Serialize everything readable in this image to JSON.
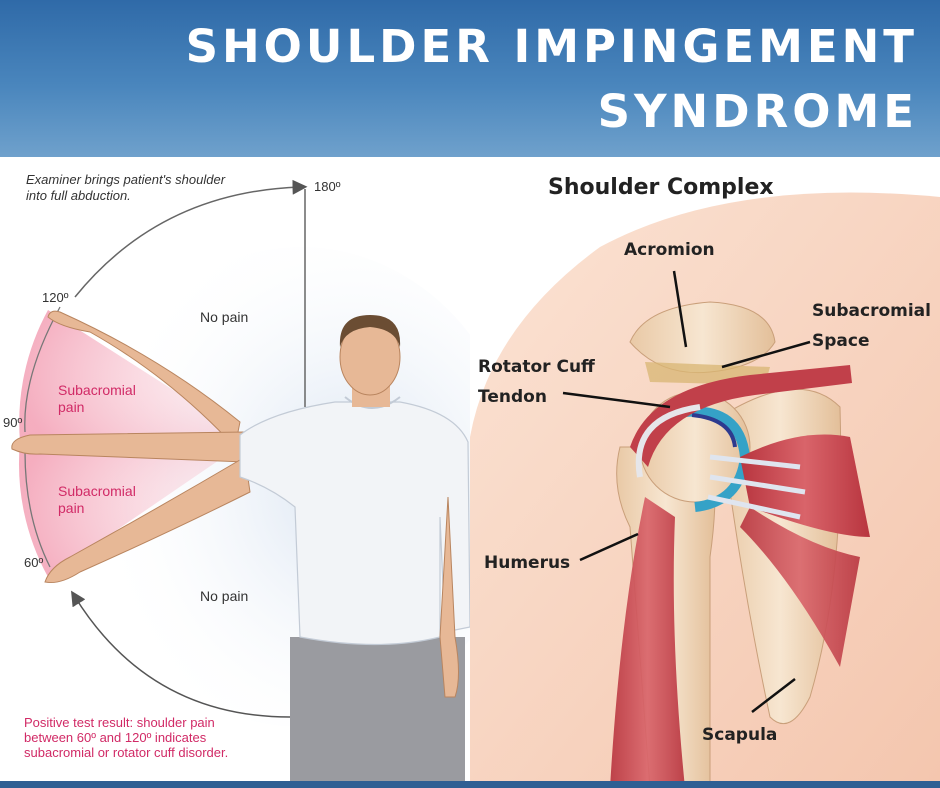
{
  "header": {
    "line1": "SHOULDER IMPINGEMENT",
    "line2": "SYNDROME"
  },
  "left_diagram": {
    "examiner_note_line1": "Examiner brings patient's shoulder",
    "examiner_note_line2": "into full abduction.",
    "angle_180": "180º",
    "angle_120": "120º",
    "angle_90": "90º",
    "angle_60": "60º",
    "no_pain_upper": "No pain",
    "no_pain_lower": "No pain",
    "subacromial_upper_line1": "Subacromial",
    "subacromial_upper_line2": "pain",
    "subacromial_lower_line1": "Subacromial",
    "subacromial_lower_line2": "pain",
    "result_line1": "Positive test result: shoulder pain",
    "result_line2": "between 60º and 120º indicates",
    "result_line3": "subacromial or rotator cuff disorder."
  },
  "right_diagram": {
    "title": "Shoulder Complex",
    "acromion": "Acromion",
    "subacromial_space_line1": "Subacromial",
    "subacromial_space_line2": "Space",
    "rotator_cuff_line1": "Rotator Cuff",
    "rotator_cuff_line2": "Tendon",
    "humerus": "Humerus",
    "scapula": "Scapula"
  },
  "colors": {
    "banner_blue": "#3b78b4",
    "pain_pink": "#d12a66",
    "muscle_red": "#c9454c",
    "bone": "#f1d7b9"
  }
}
